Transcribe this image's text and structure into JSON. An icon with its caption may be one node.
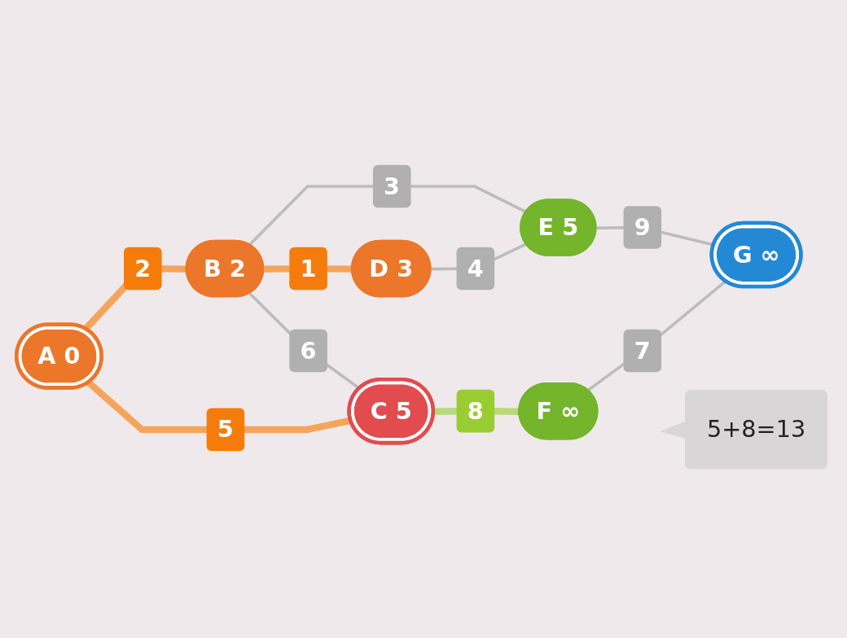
{
  "diagram": {
    "nodes": [
      {
        "text": [
          "B 2"
        ]
      },
      {
        "text": [
          "E 5"
        ]
      },
      {
        "text": [
          "A 0"
        ]
      },
      {
        "text": [
          "D 3"
        ]
      },
      {
        "text": [
          "G ∞"
        ]
      },
      {
        "text": [
          "C 5"
        ]
      },
      {
        "text": [
          "F ∞"
        ]
      },
      {
        "text": [
          "5+8=13"
        ]
      }
    ],
    "edges": [
      {
        "from": 0,
        "to": 1,
        "arrow": "none",
        "label": "3"
      },
      {
        "from": 2,
        "to": 0,
        "arrow": "none",
        "label": "2",
        "style": "thick",
        "color": "#f4a55c"
      },
      {
        "from": 0,
        "to": 3,
        "arrow": "none",
        "label": "1",
        "style": "thick",
        "color": "#f4a55c"
      },
      {
        "from": 0,
        "to": 5,
        "arrow": "none",
        "label": "6"
      },
      {
        "from": 3,
        "to": 1,
        "arrow": "none",
        "label": "4"
      },
      {
        "from": 1,
        "to": 4,
        "arrow": "none",
        "label": "9"
      },
      {
        "from": 2,
        "to": 5,
        "arrow": "none",
        "label": "5",
        "style": "thick",
        "color": "#f4a55c"
      },
      {
        "from": 6,
        "to": 4,
        "arrow": "none",
        "label": "7"
      },
      {
        "from": 5,
        "to": 6,
        "arrow": "none",
        "label": "8",
        "style": "thick",
        "color": "#b9d97a"
      }
    ]
  }
}
